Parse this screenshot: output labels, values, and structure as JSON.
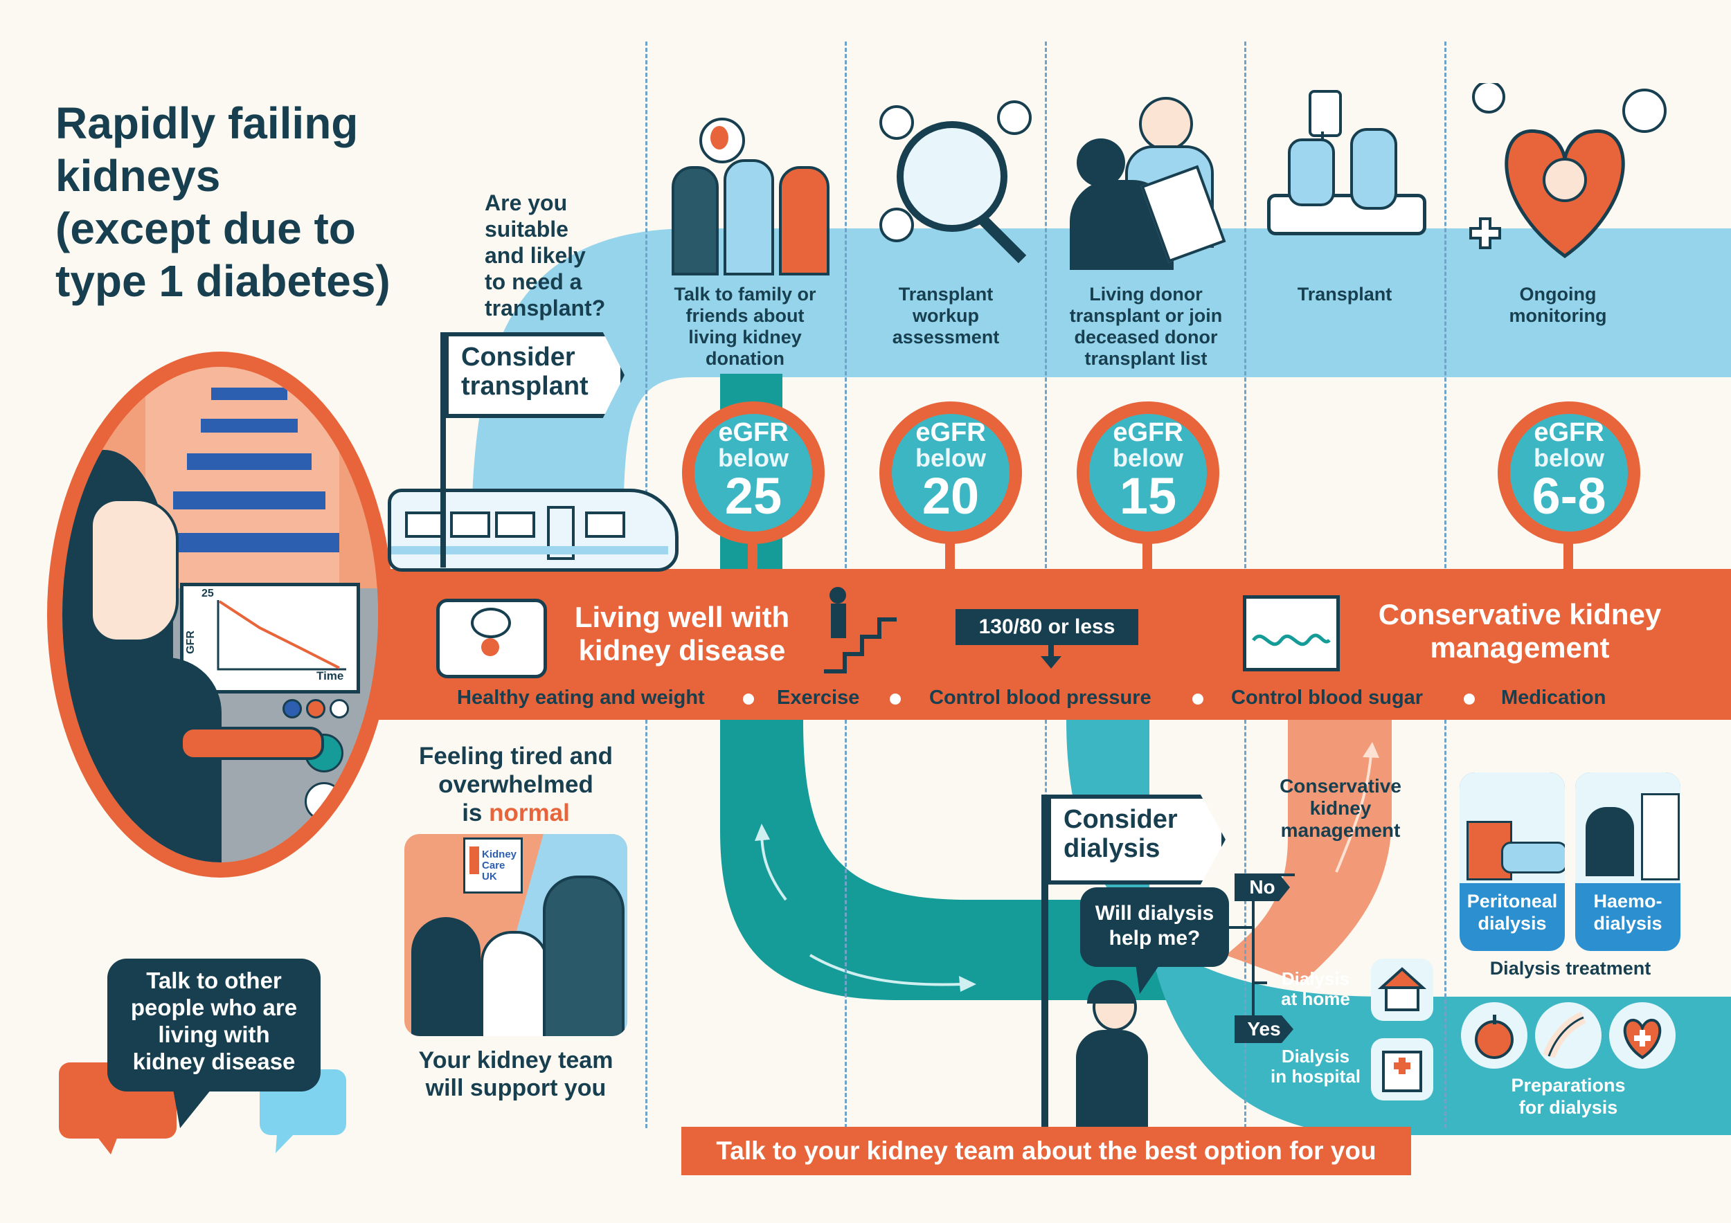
{
  "title": [
    "Rapidly failing",
    "kidneys",
    "(except due to",
    "type 1 diabetes)"
  ],
  "question_transplant": [
    "Are you",
    "suitable",
    "and likely",
    "to need a",
    "transplant?"
  ],
  "consider_transplant": [
    "Consider",
    "transplant"
  ],
  "steps": [
    {
      "label": [
        "Talk to family or",
        "friends about",
        "living kidney",
        "donation"
      ]
    },
    {
      "label": [
        "Transplant",
        "workup",
        "assessment"
      ]
    },
    {
      "label": [
        "Living donor",
        "transplant or join",
        "deceased donor",
        "transplant list"
      ]
    },
    {
      "label": [
        "Transplant"
      ]
    },
    {
      "label": [
        "Ongoing",
        "monitoring"
      ]
    }
  ],
  "egfr": [
    {
      "word": "eGFR",
      "below": "below",
      "value": "25"
    },
    {
      "word": "eGFR",
      "below": "below",
      "value": "20"
    },
    {
      "word": "eGFR",
      "below": "below",
      "value": "15"
    },
    {
      "word": "eGFR",
      "below": "below",
      "value": "6-8"
    }
  ],
  "living_well": [
    "Living well with",
    "kidney disease"
  ],
  "bp_target": "130/80 or less",
  "conservative_title": [
    "Conservative kidney",
    "management"
  ],
  "lifestyle": [
    "Healthy eating and weight",
    "Exercise",
    "Control blood pressure",
    "Control blood sugar",
    "Medication"
  ],
  "graph": {
    "ytick": "25",
    "ylabel": "GFR",
    "xlabel": "Time"
  },
  "feeling": {
    "line1": "Feeling tired and",
    "line2": "overwhelmed",
    "is": "is ",
    "normal": "normal"
  },
  "kidney_care_logo": [
    "Kidney",
    "Care UK"
  ],
  "support": [
    "Your kidney team",
    "will support you"
  ],
  "talk_others": [
    "Talk to other",
    "people who are",
    "living with",
    "kidney disease"
  ],
  "consider_dialysis": [
    "Consider",
    "dialysis"
  ],
  "will_dialysis": [
    "Will dialysis",
    "help me?"
  ],
  "no": "No",
  "yes": "Yes",
  "conservative_small": [
    "Conservative",
    "kidney",
    "management"
  ],
  "dialysis_home": [
    "Dialysis",
    "at home"
  ],
  "dialysis_hospital": [
    "Dialysis",
    "in hospital"
  ],
  "peritoneal": [
    "Peritoneal",
    "dialysis"
  ],
  "haemo": [
    "Haemo-",
    "dialysis"
  ],
  "dialysis_treatment": "Dialysis treatment",
  "preparations": [
    "Preparations",
    "for dialysis"
  ],
  "bottom_banner": "Talk to your kidney team about the best option for you",
  "colors": {
    "navy": "#173f4f",
    "orange": "#e8653b",
    "teal": "#169c98",
    "light_blue": "#95d4ea",
    "cyan": "#3db6c4",
    "background": "#fbf9f2"
  }
}
